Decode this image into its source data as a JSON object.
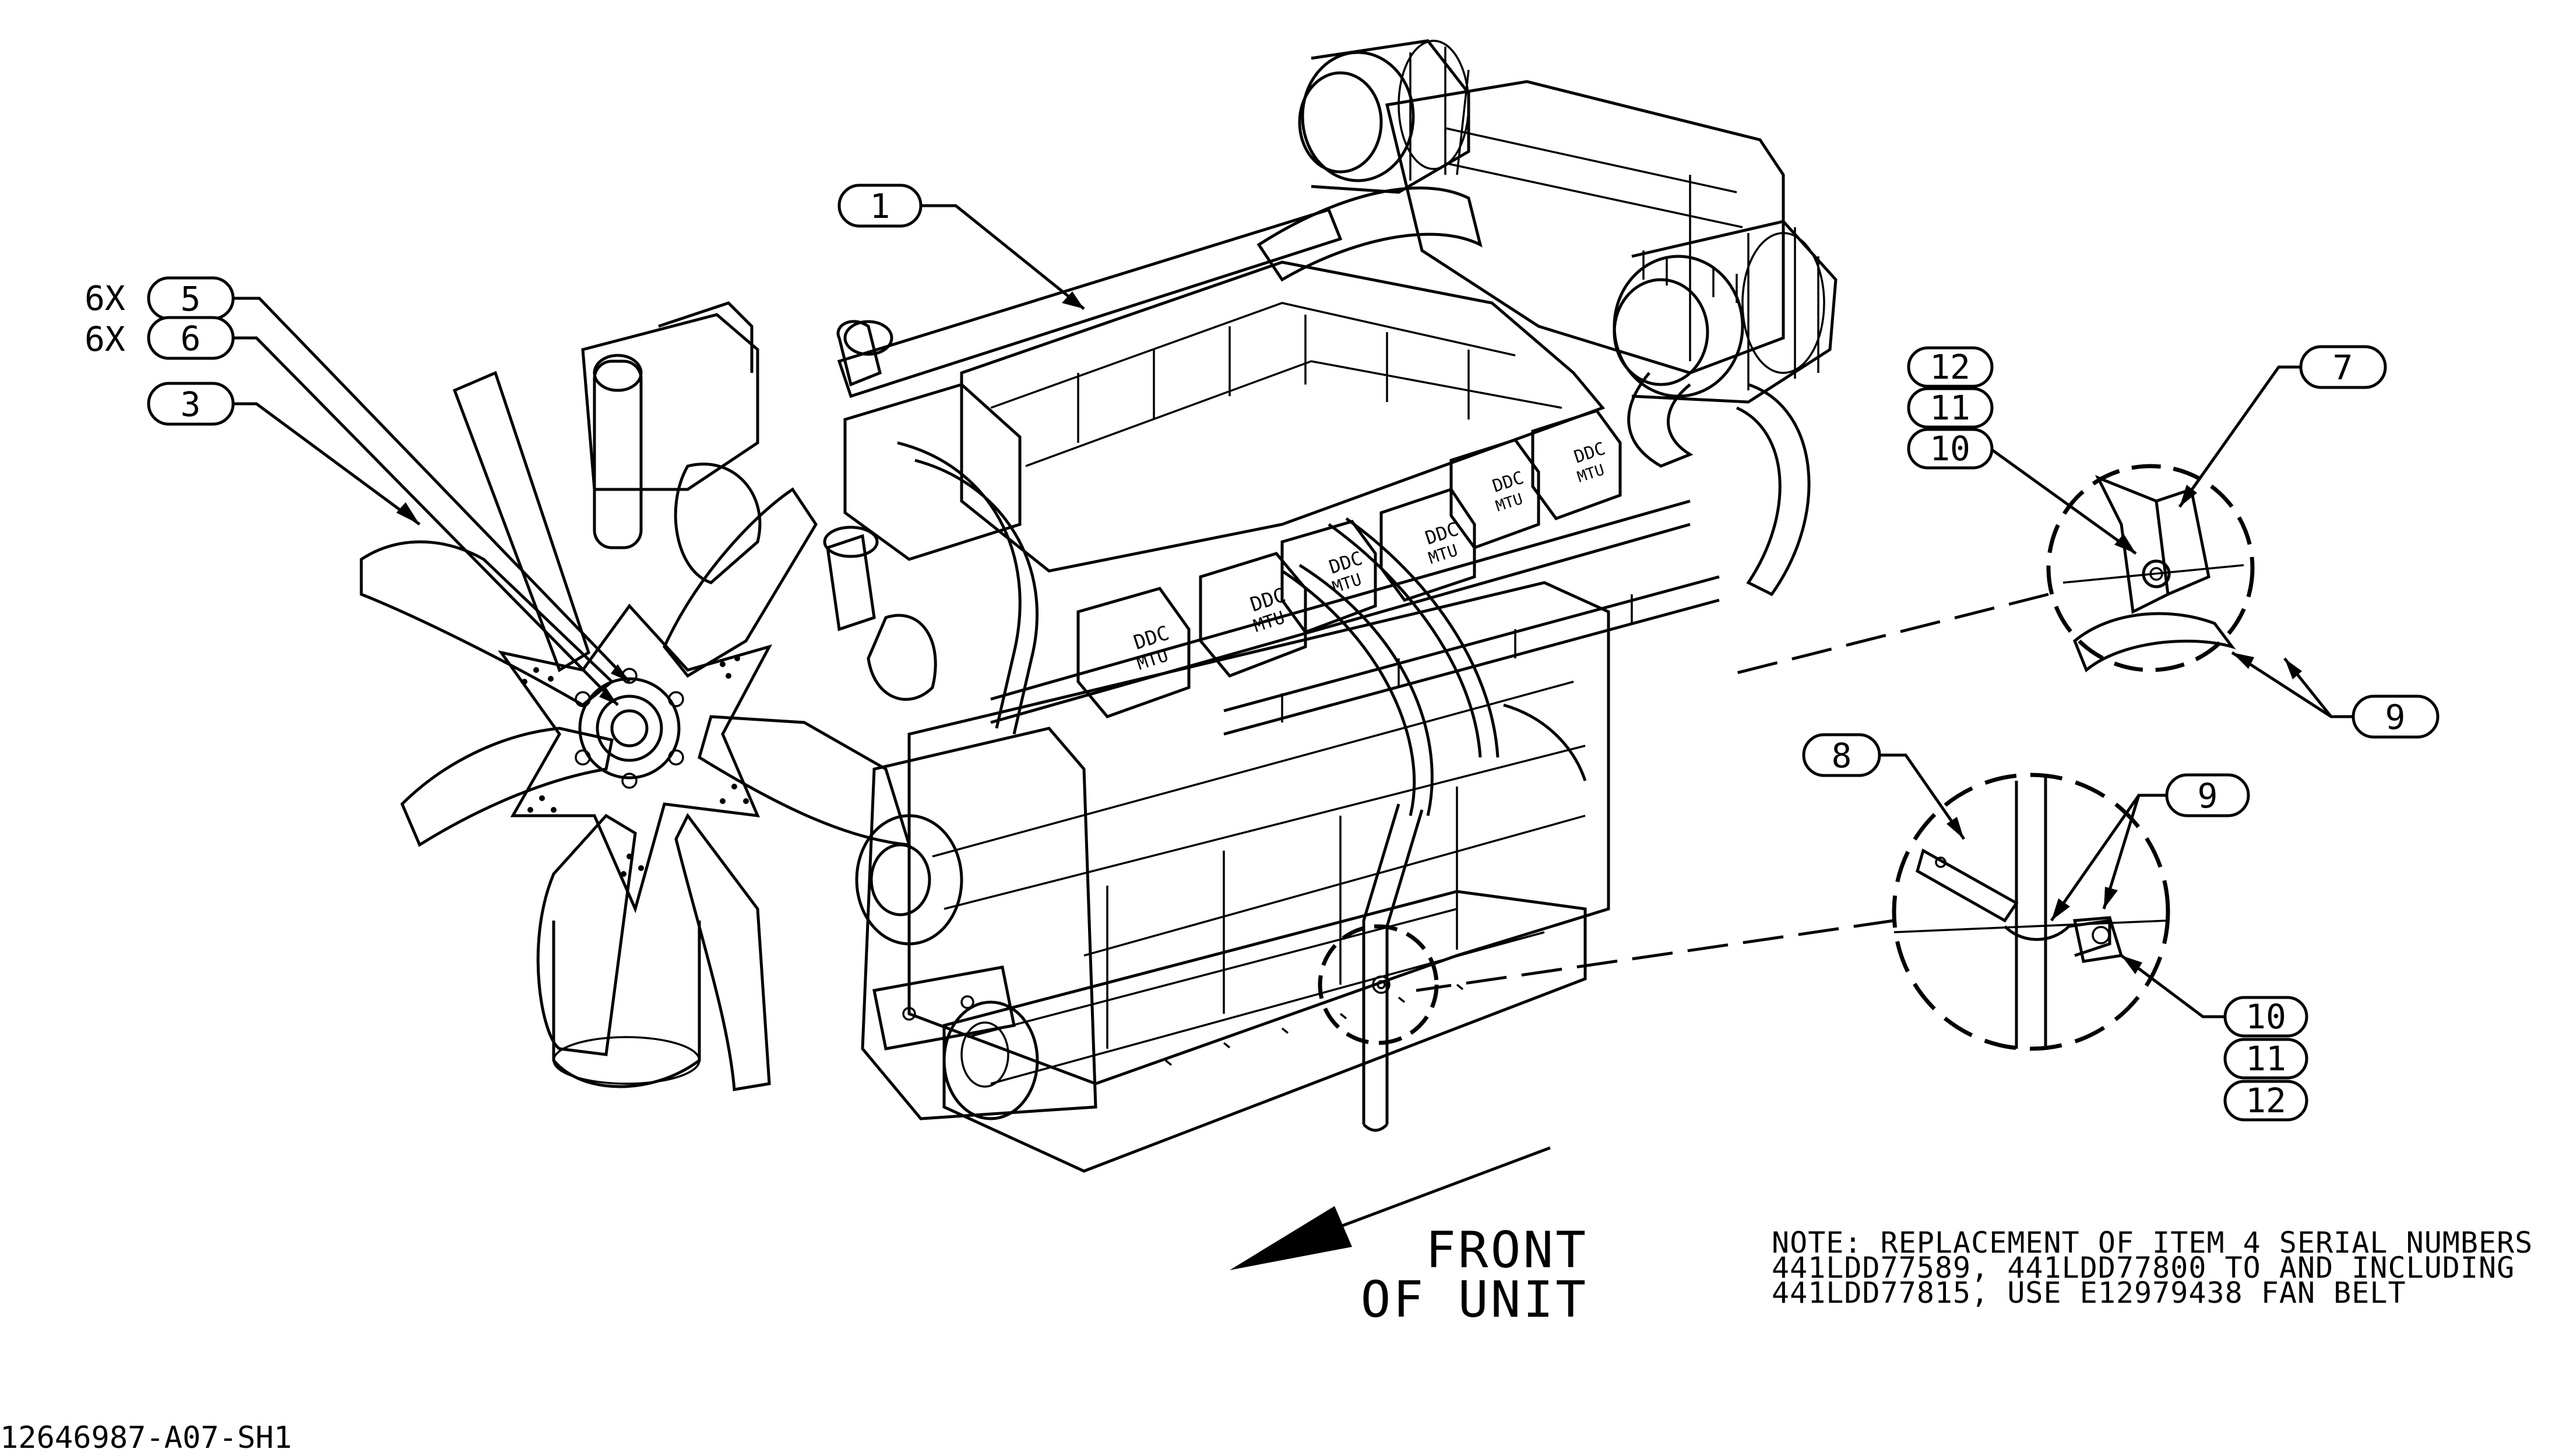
{
  "balloons": [
    {
      "id": "b1",
      "label": "1"
    },
    {
      "id": "b5",
      "label": "5",
      "qty": "6X"
    },
    {
      "id": "b6",
      "label": "6",
      "qty": "6X"
    },
    {
      "id": "b3",
      "label": "3"
    },
    {
      "id": "b12a",
      "label": "12"
    },
    {
      "id": "b11a",
      "label": "11"
    },
    {
      "id": "b10a",
      "label": "10"
    },
    {
      "id": "b7",
      "label": "7"
    },
    {
      "id": "b9a",
      "label": "9"
    },
    {
      "id": "b8",
      "label": "8"
    },
    {
      "id": "b9b",
      "label": "9"
    },
    {
      "id": "b10b",
      "label": "10"
    },
    {
      "id": "b11b",
      "label": "11"
    },
    {
      "id": "b12b",
      "label": "12"
    }
  ],
  "engine_badges": [
    "DDC",
    "MTU"
  ],
  "front_label": {
    "line1": "FRONT",
    "line2": "OF UNIT"
  },
  "note": {
    "line1": "NOTE: REPLACEMENT OF ITEM 4 SERIAL NUMBERS",
    "line2": "441LDD77589, 441LDD77800 TO AND INCLUDING",
    "line3": "441LDD77815, USE E12979438 FAN BELT"
  },
  "drawing_number": "12646987-A07-SH1"
}
